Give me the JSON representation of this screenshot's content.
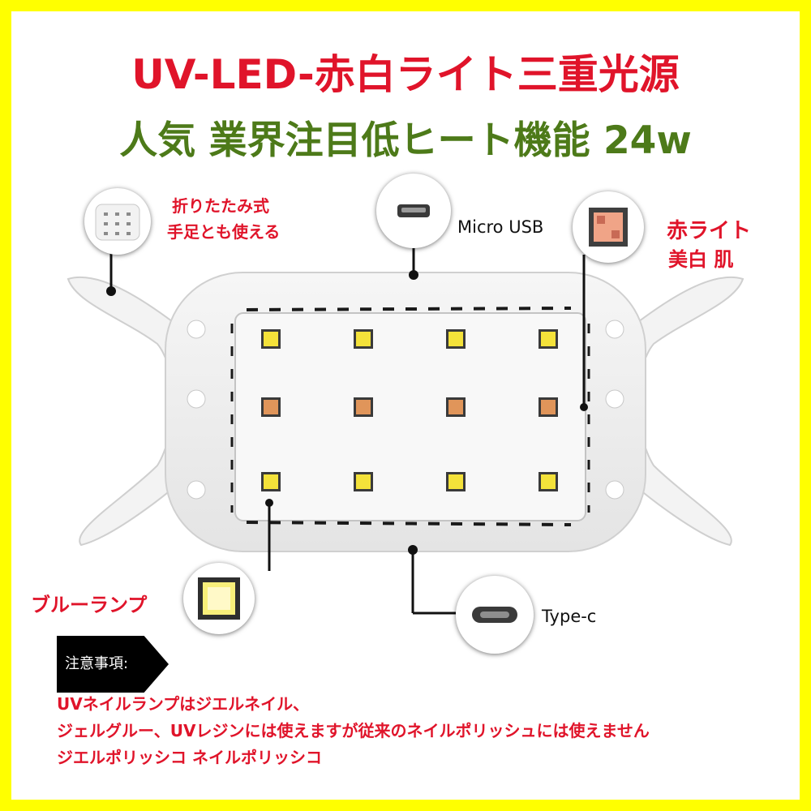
{
  "title_line1": "UV-LED-赤白ライト三重光源",
  "title_line2": "人気 業界注目低ヒート機能 24w",
  "callouts": {
    "folding": [
      "折りたたみ式",
      "手足とも使える"
    ],
    "micro_usb": "Micro USB",
    "red_light": [
      "赤ライト",
      "美白 肌"
    ],
    "blue_lamp": "ブルーランプ",
    "type_c": "Type-c"
  },
  "notice": {
    "tag": "注意事項:",
    "lines": [
      "UVネイルランプはジエルネイル、",
      "ジェルグルー、UVレジンには使えますが従来のネイルポリッシュには使えません",
      "ジエルポリッシコ ネイルポリッシコ"
    ]
  },
  "colors": {
    "border": "#ffff00",
    "title_red": "#e0142a",
    "title_green": "#4d7a19",
    "led_yellow": "#f4e23a",
    "led_orange": "#e0955a"
  },
  "led_grid": {
    "rows": 3,
    "cols": 4,
    "row_types": [
      "white",
      "red",
      "white"
    ]
  }
}
